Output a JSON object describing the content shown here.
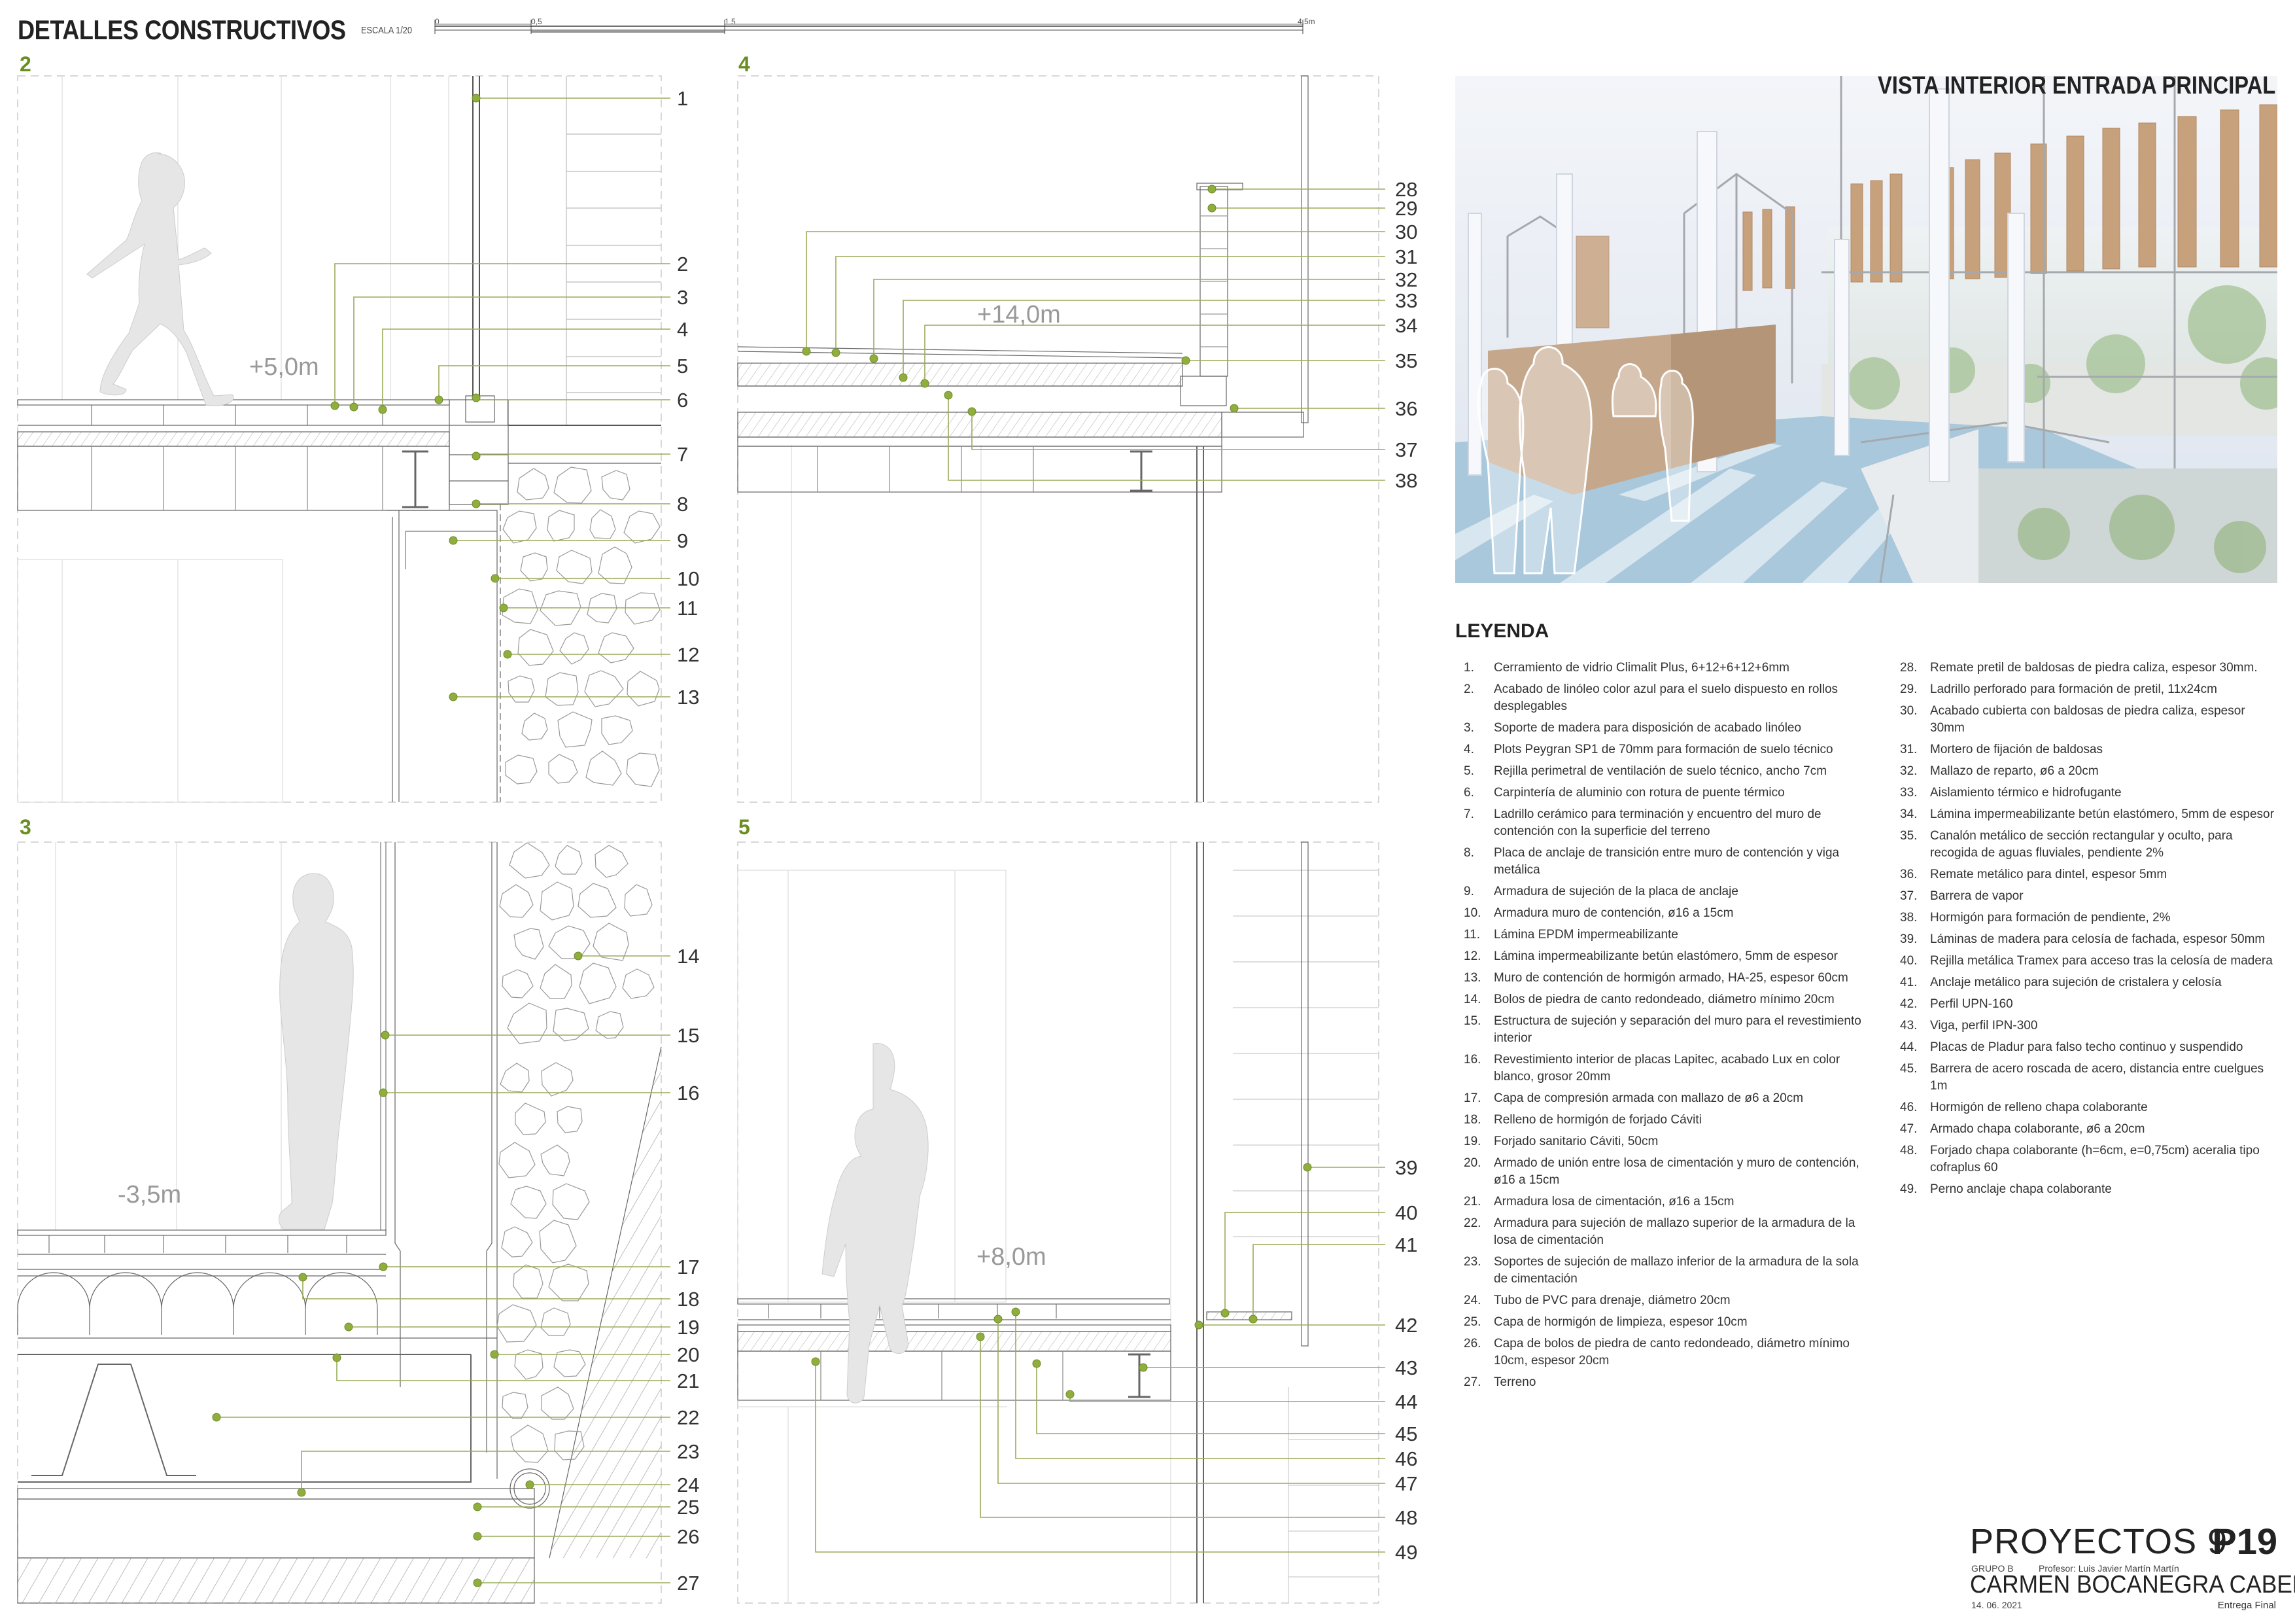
{
  "sheet": {
    "title": "DETALLES CONSTRUCTIVOS",
    "scale_label": "ESCALA 1/20",
    "scale_ticks": [
      "0",
      "0,5",
      "1,5",
      "4,5m"
    ]
  },
  "colors": {
    "accent": "#6b8e23",
    "leader": "#9aab5a",
    "dot": "#8fae3c",
    "text": "#333333"
  },
  "details": [
    {
      "id": "2",
      "elevation": "+5,0m",
      "callouts": [
        "1",
        "2",
        "3",
        "4",
        "5",
        "6",
        "7",
        "8",
        "9",
        "10",
        "11",
        "12",
        "13"
      ]
    },
    {
      "id": "4",
      "elevation": "+14,0m",
      "callouts": [
        "28",
        "29",
        "30",
        "31",
        "32",
        "33",
        "34",
        "35",
        "36",
        "37",
        "38"
      ]
    },
    {
      "id": "3",
      "elevation": "-3,5m",
      "callouts": [
        "14",
        "15",
        "16",
        "17",
        "18",
        "19",
        "20",
        "21",
        "22",
        "23",
        "24",
        "25",
        "26",
        "27"
      ]
    },
    {
      "id": "5",
      "elevation": "+8,0m",
      "callouts": [
        "39",
        "40",
        "41",
        "42",
        "43",
        "44",
        "45",
        "46",
        "47",
        "48",
        "49"
      ]
    }
  ],
  "render": {
    "title": "VISTA INTERIOR ENTRADA PRINCIPAL"
  },
  "legend": {
    "heading": "LEYENDA",
    "column1": [
      {
        "n": "1.",
        "t": "Cerramiento de vidrio Climalit Plus, 6+12+6+12+6mm"
      },
      {
        "n": "2.",
        "t": "Acabado de linóleo color azul para el suelo dispuesto en rollos desplegables"
      },
      {
        "n": "3.",
        "t": "Soporte de madera para disposición de acabado linóleo"
      },
      {
        "n": "4.",
        "t": "Plots Peygran SP1 de 70mm para formación de suelo técnico"
      },
      {
        "n": "5.",
        "t": "Rejilla perimetral de ventilación de suelo técnico, ancho 7cm"
      },
      {
        "n": "6.",
        "t": "Carpintería de aluminio con rotura de puente térmico"
      },
      {
        "n": "7.",
        "t": "Ladrillo cerámico para terminación y encuentro del muro de contención con la superficie del terreno"
      },
      {
        "n": "8.",
        "t": "Placa de anclaje de transición entre muro de contención y viga metálica"
      },
      {
        "n": "9.",
        "t": "Armadura de sujeción de la placa de anclaje"
      },
      {
        "n": "10.",
        "t": "Armadura muro de contención, ø16 a 15cm"
      },
      {
        "n": "11.",
        "t": "Lámina EPDM impermeabilizante"
      },
      {
        "n": "12.",
        "t": "Lámina impermeabilizante betún elastómero, 5mm de espesor"
      },
      {
        "n": "13.",
        "t": "Muro de contención de hormigón armado, HA-25, espesor 60cm"
      },
      {
        "n": "14.",
        "t": "Bolos de piedra de canto redondeado, diámetro mínimo 20cm"
      },
      {
        "n": "15.",
        "t": "Estructura de sujeción y separación del muro para el revestimiento interior"
      },
      {
        "n": "16.",
        "t": "Revestimiento interior de placas Lapitec, acabado Lux en color blanco, grosor 20mm"
      },
      {
        "n": "17.",
        "t": "Capa de compresión armada con mallazo de ø6 a 20cm"
      },
      {
        "n": "18.",
        "t": "Relleno de hormigón de forjado Cáviti"
      },
      {
        "n": "19.",
        "t": "Forjado sanitario Cáviti, 50cm"
      },
      {
        "n": "20.",
        "t": "Armado de unión entre losa de cimentación y muro de contención, ø16 a 15cm"
      },
      {
        "n": "21.",
        "t": "Armadura losa de cimentación, ø16 a 15cm"
      },
      {
        "n": "22.",
        "t": "Armadura para sujeción de mallazo superior de la armadura de la losa de cimentación"
      },
      {
        "n": "23.",
        "t": "Soportes de sujeción de mallazo inferior de la armadura de la sola de cimentación"
      },
      {
        "n": "24.",
        "t": "Tubo de PVC para drenaje, diámetro 20cm"
      },
      {
        "n": "25.",
        "t": "Capa de hormigón de limpieza, espesor 10cm"
      },
      {
        "n": "26.",
        "t": "Capa de bolos de piedra de canto redondeado, diámetro mínimo 10cm, espesor 20cm"
      },
      {
        "n": "27.",
        "t": "Terreno"
      }
    ],
    "column2": [
      {
        "n": "28.",
        "t": "Remate pretil de baldosas de piedra caliza, espesor 30mm."
      },
      {
        "n": "29.",
        "t": "Ladrillo perforado para formación de pretil, 11x24cm"
      },
      {
        "n": "30.",
        "t": "Acabado cubierta con baldosas de piedra caliza, espesor 30mm"
      },
      {
        "n": "31.",
        "t": "Mortero de fijación de baldosas"
      },
      {
        "n": "32.",
        "t": "Mallazo de reparto, ø6 a 20cm"
      },
      {
        "n": "33.",
        "t": "Aislamiento térmico e hidrofugante"
      },
      {
        "n": "34.",
        "t": "Lámina impermeabilizante betún elastómero, 5mm de espesor"
      },
      {
        "n": "35.",
        "t": "Canalón metálico de sección rectangular y oculto, para recogida de aguas fluviales, pendiente 2%"
      },
      {
        "n": "36.",
        "t": "Remate metálico para dintel, espesor 5mm"
      },
      {
        "n": "37.",
        "t": "Barrera de vapor"
      },
      {
        "n": "38.",
        "t": "Hormigón para formación de pendiente, 2%"
      },
      {
        "n": "39.",
        "t": "Láminas de madera para celosía de fachada, espesor 50mm"
      },
      {
        "n": "40.",
        "t": "Rejilla metálica Tramex para acceso tras la celosía de madera"
      },
      {
        "n": "41.",
        "t": "Anclaje metálico para sujeción de cristalera y celosía"
      },
      {
        "n": "42.",
        "t": "Perfil UPN-160"
      },
      {
        "n": "43.",
        "t": "Viga, perfil IPN-300"
      },
      {
        "n": "44.",
        "t": "Placas de Pladur para falso techo continuo y suspendido"
      },
      {
        "n": "45.",
        "t": "Barrera de acero roscada de acero, distancia entre cuelgues 1m"
      },
      {
        "n": "46.",
        "t": "Hormigón de relleno chapa colaborante"
      },
      {
        "n": "47.",
        "t": "Armado chapa colaborante, ø6 a 20cm"
      },
      {
        "n": "48.",
        "t": "Forjado chapa colaborante (h=6cm, e=0,75cm) aceralia tipo cofraplus 60"
      },
      {
        "n": "49.",
        "t": "Perno anclaje chapa colaborante"
      }
    ]
  },
  "title_block": {
    "course": "PROYECTOS 9",
    "code": "P19",
    "group": "GRUPO B",
    "professor": "Profesor: Luis Javier Martín Martín",
    "author": "CARMEN BOCANEGRA CABELLO",
    "date": "14. 06. 2021",
    "status": "Entrega Final"
  }
}
